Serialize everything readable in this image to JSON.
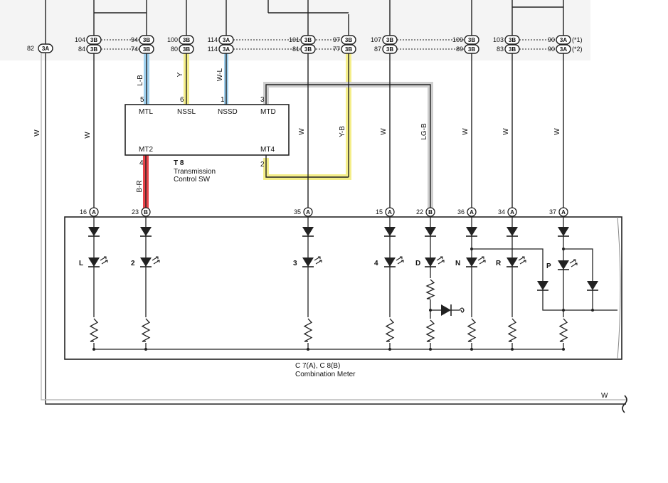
{
  "top_connectors": [
    {
      "pin_left": "104",
      "conn_left": "3B",
      "pin_right": "94",
      "conn_right": "3B"
    },
    {
      "pin_left": "84",
      "conn_left": "3B",
      "pin_right": "74",
      "conn_right": "3B"
    },
    {
      "pin_left": "100",
      "conn_left": "3B"
    },
    {
      "pin_left": "80",
      "conn_left": "3B"
    },
    {
      "pin_left": "114",
      "conn_left": "3A",
      "pin_right": "101",
      "conn_right": "3B",
      "pin_far": "97",
      "conn_far": "3B"
    },
    {
      "pin_left": "114",
      "conn_left": "3A",
      "pin_right": "81",
      "conn_right": "3B",
      "pin_far": "77",
      "conn_far": "3B"
    },
    {
      "pin_left": "107",
      "conn_left": "3B",
      "pin_right": "109",
      "conn_right": "3B"
    },
    {
      "pin_left": "87",
      "conn_left": "3B",
      "pin_right": "89",
      "conn_right": "3B"
    },
    {
      "pin_left": "103",
      "conn_left": "3B",
      "pin_right": "90",
      "conn_right": "3A",
      "note": "(*1)"
    },
    {
      "pin_left": "83",
      "conn_left": "3B",
      "pin_right": "90",
      "conn_right": "3A",
      "note": "(*2)"
    },
    {
      "pin_left": "82",
      "conn_left": "3A"
    }
  ],
  "switch": {
    "name": "T 8",
    "title_line1": "Transmission",
    "title_line2": "Control SW",
    "terminals": {
      "mtl": "MTL",
      "nssl": "NSSL",
      "nssd": "NSSD",
      "mtd": "MTD",
      "mt2": "MT2",
      "mt4": "MT4"
    },
    "pins": {
      "mtl": "5",
      "nssl": "6",
      "nssd": "1",
      "mtd": "3",
      "mt2": "4",
      "mt4": "2"
    }
  },
  "wire_colors": {
    "lb": "L-B",
    "y": "Y",
    "wl": "W-L",
    "w": "W",
    "yb": "Y-B",
    "lgb": "LG-B",
    "br": "B-R"
  },
  "meter_pins": [
    {
      "num": "16",
      "conn": "A"
    },
    {
      "num": "23",
      "conn": "B"
    },
    {
      "num": "35",
      "conn": "A"
    },
    {
      "num": "15",
      "conn": "A"
    },
    {
      "num": "22",
      "conn": "B"
    },
    {
      "num": "36",
      "conn": "A"
    },
    {
      "num": "34",
      "conn": "A"
    },
    {
      "num": "37",
      "conn": "A"
    }
  ],
  "indicators": {
    "l": "L",
    "two": "2",
    "three": "3",
    "four": "4",
    "d": "D",
    "n": "N",
    "r": "R",
    "p": "P"
  },
  "meter": {
    "line1": "C 7(A), C 8(B)",
    "line2": "Combination Meter"
  },
  "colors": {
    "yellow": "#f4ee8a",
    "blue": "#9fd0ee",
    "red": "#e8444a",
    "wire": "#222222",
    "shade": "#cfcfcf"
  }
}
